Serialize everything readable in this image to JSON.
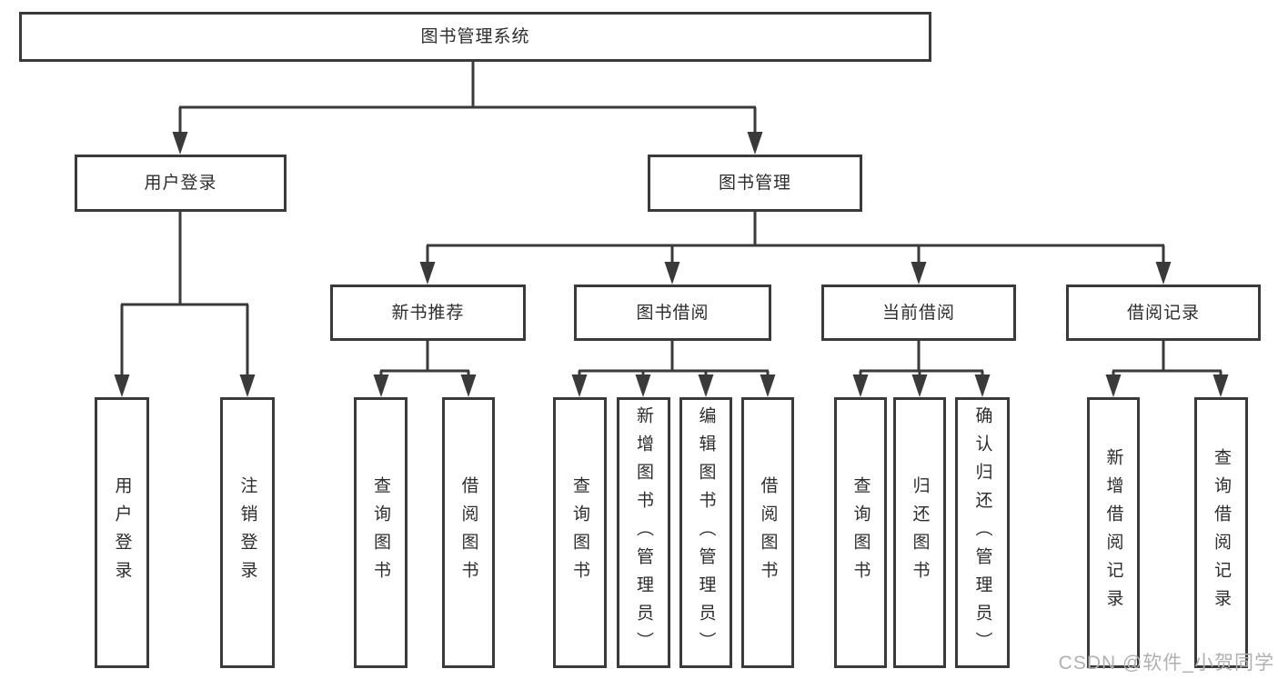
{
  "title": "图书管理系统",
  "tree": {
    "label": "图书管理系统",
    "children": [
      {
        "label": "用户登录",
        "children": [
          {
            "label": "用户登录"
          },
          {
            "label": "注销登录"
          }
        ]
      },
      {
        "label": "图书管理",
        "children": [
          {
            "label": "新书推荐",
            "children": [
              {
                "label": "查询图书"
              },
              {
                "label": "借阅图书"
              }
            ]
          },
          {
            "label": "图书借阅",
            "children": [
              {
                "label": "查询图书"
              },
              {
                "label": "新增图书（管理员）"
              },
              {
                "label": "编辑图书（管理员）"
              },
              {
                "label": "借阅图书"
              }
            ]
          },
          {
            "label": "当前借阅",
            "children": [
              {
                "label": "查询图书"
              },
              {
                "label": "归还图书"
              },
              {
                "label": "确认归还（管理员）"
              }
            ]
          },
          {
            "label": "借阅记录",
            "children": [
              {
                "label": "新增借阅记录"
              },
              {
                "label": "查询借阅记录"
              }
            ]
          }
        ]
      }
    ]
  },
  "watermark": "CSDN @软件_小贺同学",
  "colors": {
    "line": "#3a3a3a",
    "text": "#2d2d2d",
    "box_background": "#ffffff",
    "page_background": "#ffffff",
    "watermark": "#b0b0b0"
  }
}
